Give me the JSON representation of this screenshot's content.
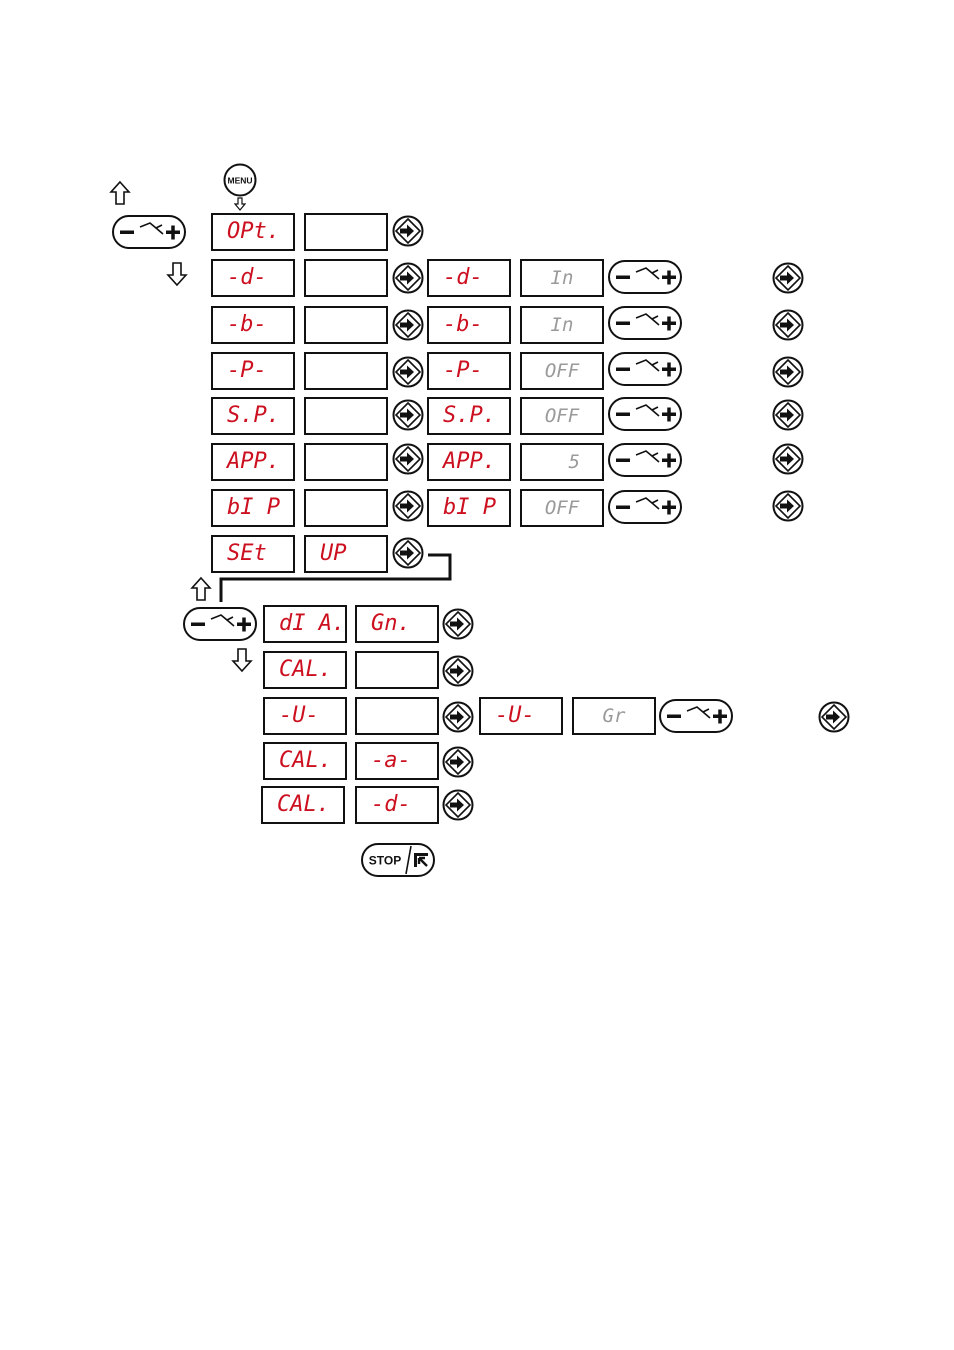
{
  "menu_button": {
    "label": "MENU",
    "icon": "menu-button-icon"
  },
  "stop_button": {
    "label": "STOP",
    "icon": "stop-reset-icon"
  },
  "displays": {
    "opt_label": "OPt.",
    "d_label": "-d-",
    "d_label2": "-d-",
    "d_value": "In",
    "b_label": "-b-",
    "b_label2": "-b-",
    "b_value": "In",
    "p_label": "-P-",
    "p_label2": "-P-",
    "p_value": "OFF",
    "sp_label": "S.P.",
    "sp_label2": "S.P.",
    "sp_value": "OFF",
    "app_label": "APP.",
    "app_label2": "APP.",
    "app_value": "5",
    "bip_label": "bI P",
    "bip_label2": "bI P",
    "bip_value": "OFF",
    "set_label": "SEt",
    "set_value": "UP",
    "dia_label": "dI A.",
    "dia_value": "Gn.",
    "cal_label": "CAL.",
    "u_label": "-U-",
    "u_label2": "-U-",
    "u_value": "Gr",
    "cal2_label": "CAL.",
    "cal2_value": "-a-",
    "cal3_label": "CAL.",
    "cal3_value": "-d-"
  },
  "colors": {
    "segment_red": "#cc1020",
    "segment_dim": "#9a9a9a",
    "outline": "#111111"
  }
}
